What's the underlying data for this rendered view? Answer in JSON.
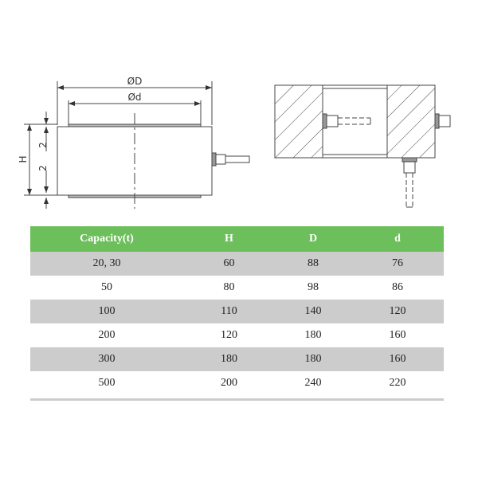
{
  "drawing": {
    "front_view": {
      "dim_outer_diameter": "ØD",
      "dim_inner_diameter": "Ød",
      "dim_height": "H",
      "dim_step_upper": "2",
      "dim_step_lower": "2"
    },
    "section_view": {}
  },
  "table": {
    "header_color": "#6cbf5a",
    "stripe_color": "#cccccc",
    "columns": [
      "Capacity(t)",
      "H",
      "D",
      "d"
    ],
    "rows": [
      [
        "20, 30",
        "60",
        "88",
        "76"
      ],
      [
        "50",
        "80",
        "98",
        "86"
      ],
      [
        "100",
        "110",
        "140",
        "120"
      ],
      [
        "200",
        "120",
        "180",
        "160"
      ],
      [
        "300",
        "180",
        "180",
        "160"
      ],
      [
        "500",
        "200",
        "240",
        "220"
      ]
    ]
  }
}
